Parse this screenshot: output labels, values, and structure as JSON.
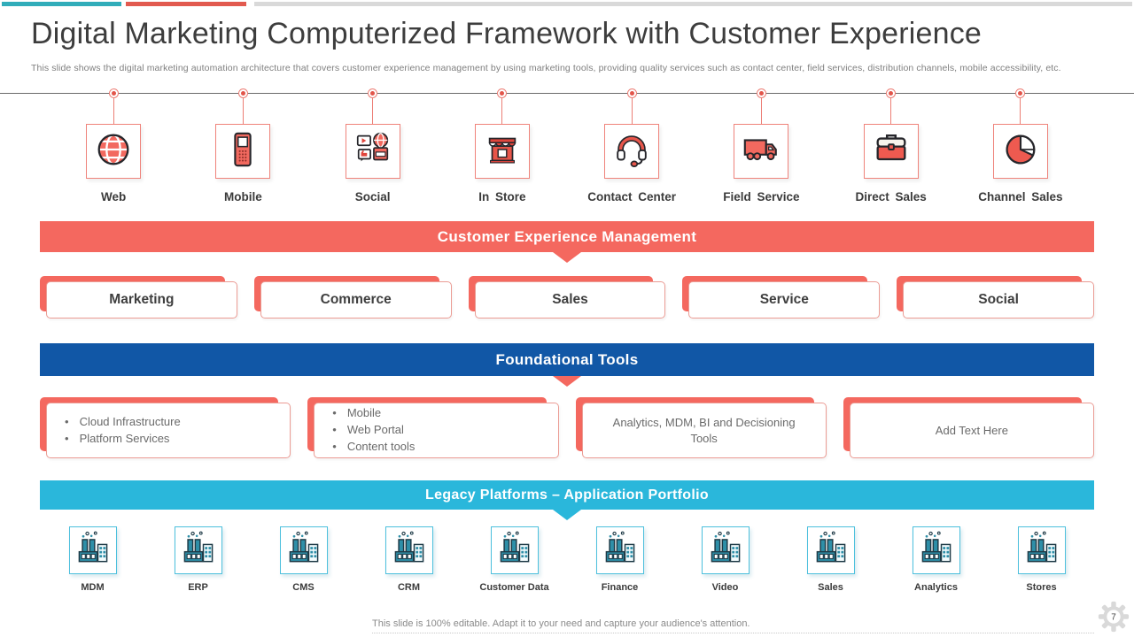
{
  "header": {
    "title": "Digital Marketing Computerized Framework with Customer Experience",
    "subtitle": "This slide shows the digital marketing automation architecture that covers customer experience management by using marketing tools, providing quality services such as contact center, field services, distribution channels, mobile accessibility, etc."
  },
  "channels": [
    {
      "label": "Web",
      "icon": "globe-icon"
    },
    {
      "label": "Mobile",
      "icon": "mobile-phone-icon"
    },
    {
      "label": "Social",
      "icon": "social-media-icon"
    },
    {
      "label": "In Store",
      "icon": "store-icon"
    },
    {
      "label": "Contact Center",
      "icon": "headset-icon"
    },
    {
      "label": "Field Service",
      "icon": "delivery-truck-icon"
    },
    {
      "label": "Direct Sales",
      "icon": "briefcase-icon"
    },
    {
      "label": "Channel Sales",
      "icon": "pie-chart-icon"
    }
  ],
  "banners": {
    "cem": "Customer Experience Management",
    "foundational": "Foundational Tools",
    "legacy": "Legacy Platforms – Application Portfolio"
  },
  "cem_boxes": [
    "Marketing",
    "Commerce",
    "Sales",
    "Service",
    "Social"
  ],
  "foundational_boxes": [
    {
      "type": "bullets",
      "items": [
        "Cloud Infrastructure",
        "Platform Services"
      ]
    },
    {
      "type": "bullets",
      "items": [
        "Mobile",
        "Web Portal",
        "Content tools"
      ]
    },
    {
      "type": "text",
      "text": "Analytics, MDM, BI and Decisioning Tools"
    },
    {
      "type": "text",
      "text": "Add Text Here"
    }
  ],
  "legacy_apps": [
    "MDM",
    "ERP",
    "CMS",
    "CRM",
    "Customer Data",
    "Finance",
    "Video",
    "Sales",
    "Analytics",
    "Stores"
  ],
  "footer": {
    "note": "This slide is 100% editable. Adapt it to your need and capture your audience's attention.",
    "page_number": "7"
  },
  "colors": {
    "accent_red": "#f4685f",
    "accent_blue": "#1157a6",
    "accent_cyan": "#2ab7db",
    "topbar_teal": "#31adba",
    "topbar_red": "#e25a4f",
    "topbar_gray": "#d9d9d9",
    "factory_teal": "#2e8fa8"
  }
}
